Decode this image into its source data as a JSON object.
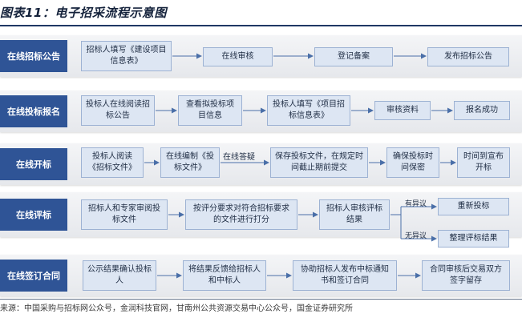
{
  "title": "图表11：电子招采流程示意图",
  "source": "来源：中国采购与招标网公众号，金润科技官网，甘南州公共资源交易中心公众号，国金证券研究所",
  "stages": [
    {
      "label": "在线招标公告",
      "boxes": [
        "招标人填写《建设项目信息表》",
        "在线审核",
        "登记备案",
        "发布招标公告"
      ]
    },
    {
      "label": "在线投标报名",
      "boxes": [
        "投标人在线阅读招标公告",
        "查看拟投标项目信息",
        "投标人填写《项目招标信息表》",
        "审核资料",
        "报名成功"
      ]
    },
    {
      "label": "在线开标",
      "boxes": [
        "投标人阅读《招标文件》",
        "在线编制《投标文件》",
        "在线答疑",
        "保存投标文件，在规定时间截止期前提交",
        "确保投标时间保密",
        "时间到宣布开标"
      ]
    },
    {
      "label": "在线评标",
      "boxes": [
        "招标人和专家审阅投标文件",
        "按评分要求对符合招标要求的文件进行打分",
        "招标人审核评标结果",
        "重新投标",
        "整理评标结果"
      ],
      "branch_labels": [
        "有异议",
        "无异议"
      ]
    },
    {
      "label": "在线签订合同",
      "boxes": [
        "公示结果确认投标人",
        "将结果反馈给招标人和中标人",
        "协助招标人发布中标通知书和签订合同",
        "合同审核后交易双方签字留存"
      ]
    }
  ]
}
